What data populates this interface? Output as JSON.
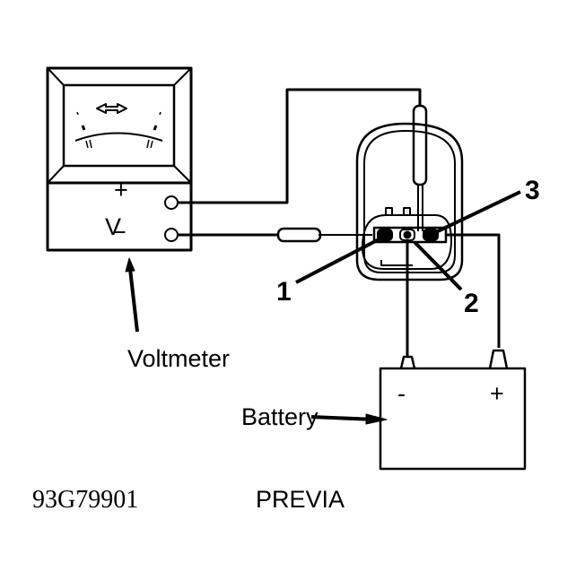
{
  "diagram": {
    "voltmeter": {
      "label": "Voltmeter",
      "face_symbol": "V",
      "plus_terminal": "+",
      "minus_terminal": "−"
    },
    "battery": {
      "label": "Battery",
      "minus_sign": "-",
      "plus_sign": "+"
    },
    "connector_terminals": [
      "1",
      "2",
      "3"
    ],
    "figure_code": "93G79901",
    "vehicle": "PREVIA",
    "colors": {
      "ink": "#000000",
      "paper": "#ffffff"
    }
  }
}
